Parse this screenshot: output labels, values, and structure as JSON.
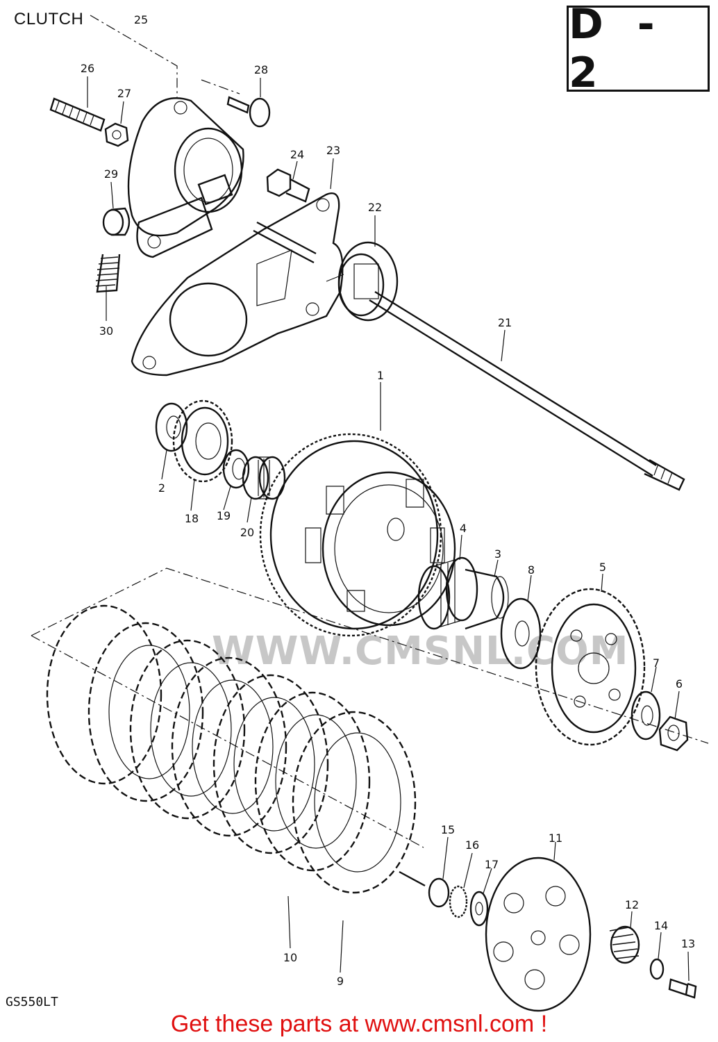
{
  "title": "CLUTCH",
  "page_ref": "D - 2",
  "model_code": "GS550LT",
  "watermark": "WWW.CMSNL.COM",
  "footer_link": "Get these parts at www.cmsnl.com !",
  "callouts": [
    "25",
    "26",
    "27",
    "28",
    "29",
    "30",
    "24",
    "23",
    "22",
    "21",
    "1",
    "2",
    "18",
    "19",
    "20",
    "4",
    "3",
    "8",
    "5",
    "7",
    "6",
    "15",
    "16",
    "17",
    "11",
    "12",
    "14",
    "13",
    "10",
    "9"
  ]
}
